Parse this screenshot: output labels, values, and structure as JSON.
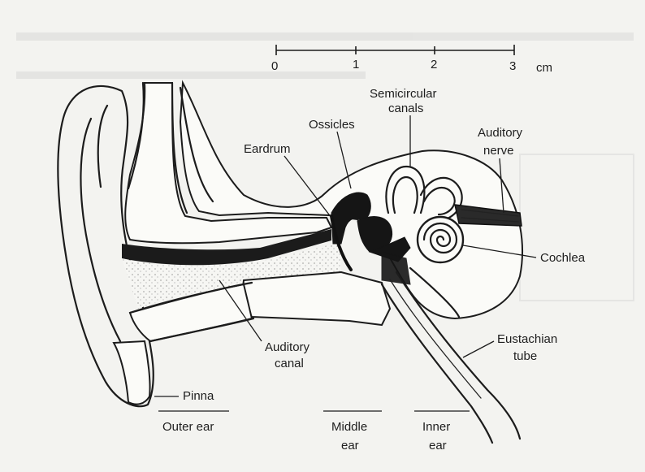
{
  "scale_bar": {
    "ticks": [
      "0",
      "1",
      "2",
      "3"
    ],
    "unit": "cm"
  },
  "labels": {
    "semicircular": "Semicircular",
    "canals": "canals",
    "ossicles": "Ossicles",
    "eardrum": "Eardrum",
    "auditory_nerve_1": "Auditory",
    "auditory_nerve_2": "nerve",
    "cochlea": "Cochlea",
    "eustachian_1": "Eustachian",
    "eustachian_2": "tube",
    "auditory_canal_1": "Auditory",
    "auditory_canal_2": "canal",
    "pinna": "Pinna"
  },
  "regions": {
    "outer": "Outer ear",
    "middle_1": "Middle",
    "middle_2": "ear",
    "inner_1": "Inner",
    "inner_2": "ear"
  }
}
